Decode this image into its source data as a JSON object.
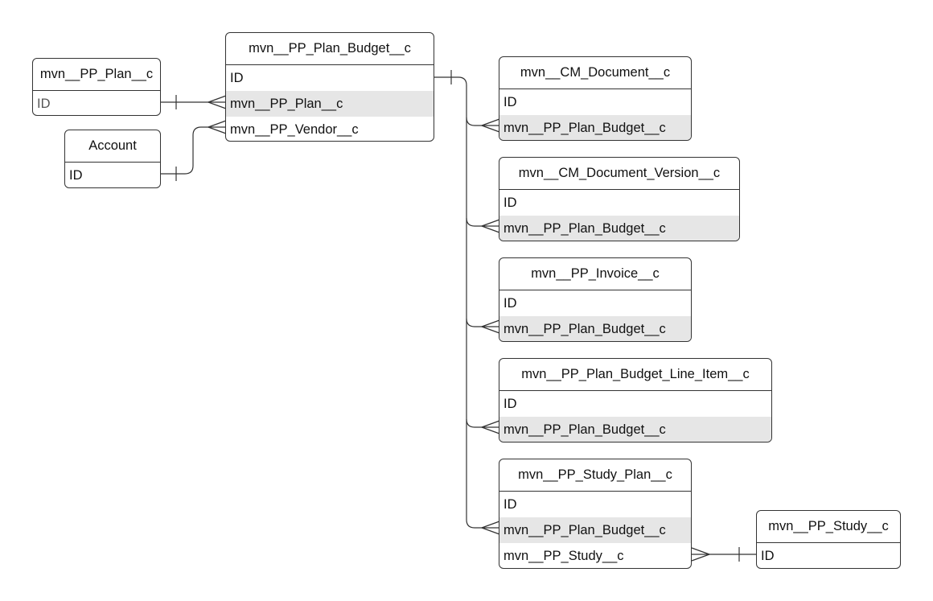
{
  "entities": {
    "plan": {
      "title": "mvn__PP_Plan__c",
      "fields": [
        "ID"
      ]
    },
    "account": {
      "title": "Account",
      "fields": [
        "ID"
      ]
    },
    "plan_budget": {
      "title": "mvn__PP_Plan_Budget__c",
      "fields": [
        "ID",
        "mvn__PP_Plan__c",
        "mvn__PP_Vendor__c"
      ]
    },
    "cm_document": {
      "title": "mvn__CM_Document__c",
      "fields": [
        "ID",
        "mvn__PP_Plan_Budget__c"
      ]
    },
    "cm_doc_version": {
      "title": "mvn__CM_Document_Version__c",
      "fields": [
        "ID",
        "mvn__PP_Plan_Budget__c"
      ]
    },
    "invoice": {
      "title": "mvn__PP_Invoice__c",
      "fields": [
        "ID",
        "mvn__PP_Plan_Budget__c"
      ]
    },
    "budget_line": {
      "title": "mvn__PP_Plan_Budget_Line_Item__c",
      "fields": [
        "ID",
        "mvn__PP_Plan_Budget__c"
      ]
    },
    "study_plan": {
      "title": "mvn__PP_Study_Plan__c",
      "fields": [
        "ID",
        "mvn__PP_Plan_Budget__c",
        "mvn__PP_Study__c"
      ]
    },
    "study": {
      "title": "mvn__PP_Study__c",
      "fields": [
        "ID"
      ]
    }
  },
  "colors": {
    "border": "#333333",
    "highlight": "#e6e6e6",
    "line": "#333333"
  }
}
